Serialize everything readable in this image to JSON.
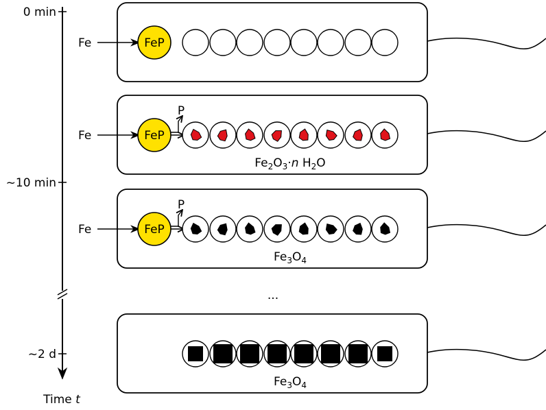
{
  "timeline": {
    "axis_label": "Time",
    "axis_var": "t",
    "ticks": [
      "0 min",
      "~10 min",
      "~2 d"
    ]
  },
  "panels": [
    {
      "input": "Fe",
      "enzyme": "FeP",
      "product": "",
      "cargo": "empty",
      "mineral": []
    },
    {
      "input": "Fe",
      "enzyme": "FeP",
      "product": "P",
      "cargo": "ferrihydrite",
      "cargo_color": "#e0141c",
      "mineral": [
        [
          "Fe",
          "n"
        ],
        [
          "2",
          "s"
        ],
        [
          "O",
          "n"
        ],
        [
          "3",
          "s"
        ],
        [
          "·",
          "n"
        ],
        [
          "n",
          "i"
        ],
        [
          " H",
          "n"
        ],
        [
          "2",
          "s"
        ],
        [
          "O",
          "n"
        ]
      ]
    },
    {
      "input": "Fe",
      "enzyme": "FeP",
      "product": "P",
      "cargo": "magnetite-small",
      "cargo_color": "#000000",
      "mineral": [
        [
          "Fe",
          "n"
        ],
        [
          "3",
          "s"
        ],
        [
          "O",
          "n"
        ],
        [
          "4",
          "s"
        ]
      ]
    },
    {
      "input": "",
      "enzyme": "",
      "product": "",
      "cargo": "magnetite-large",
      "cargo_color": "#000000",
      "mineral": [
        [
          "Fe",
          "n"
        ],
        [
          "3",
          "s"
        ],
        [
          "O",
          "n"
        ],
        [
          "4",
          "s"
        ]
      ]
    }
  ],
  "ellipsis": "...",
  "colors": {
    "enzyme_fill": "#ffe100",
    "crystal_red": "#e0141c",
    "crystal_black": "#000000"
  }
}
